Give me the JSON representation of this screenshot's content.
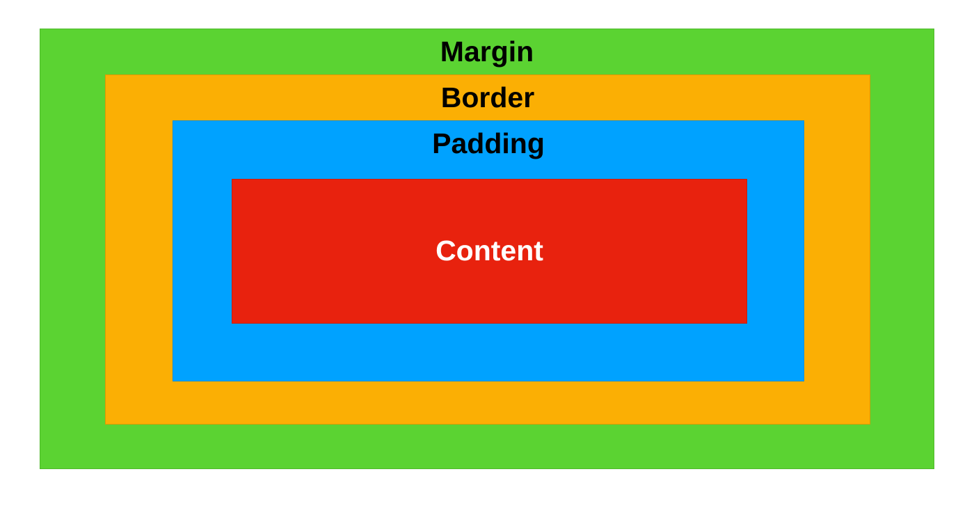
{
  "page_background": "#ffffff",
  "layers": [
    {
      "name": "margin",
      "label": "Margin",
      "color": "#5bd332",
      "label_color": "#000000"
    },
    {
      "name": "border",
      "label": "Border",
      "color": "#fbaf04",
      "label_color": "#000000"
    },
    {
      "name": "padding",
      "label": "Padding",
      "color": "#00a2ff",
      "label_color": "#000000"
    },
    {
      "name": "content",
      "label": "Content",
      "color": "#e8220e",
      "label_color": "#ffffff"
    }
  ]
}
